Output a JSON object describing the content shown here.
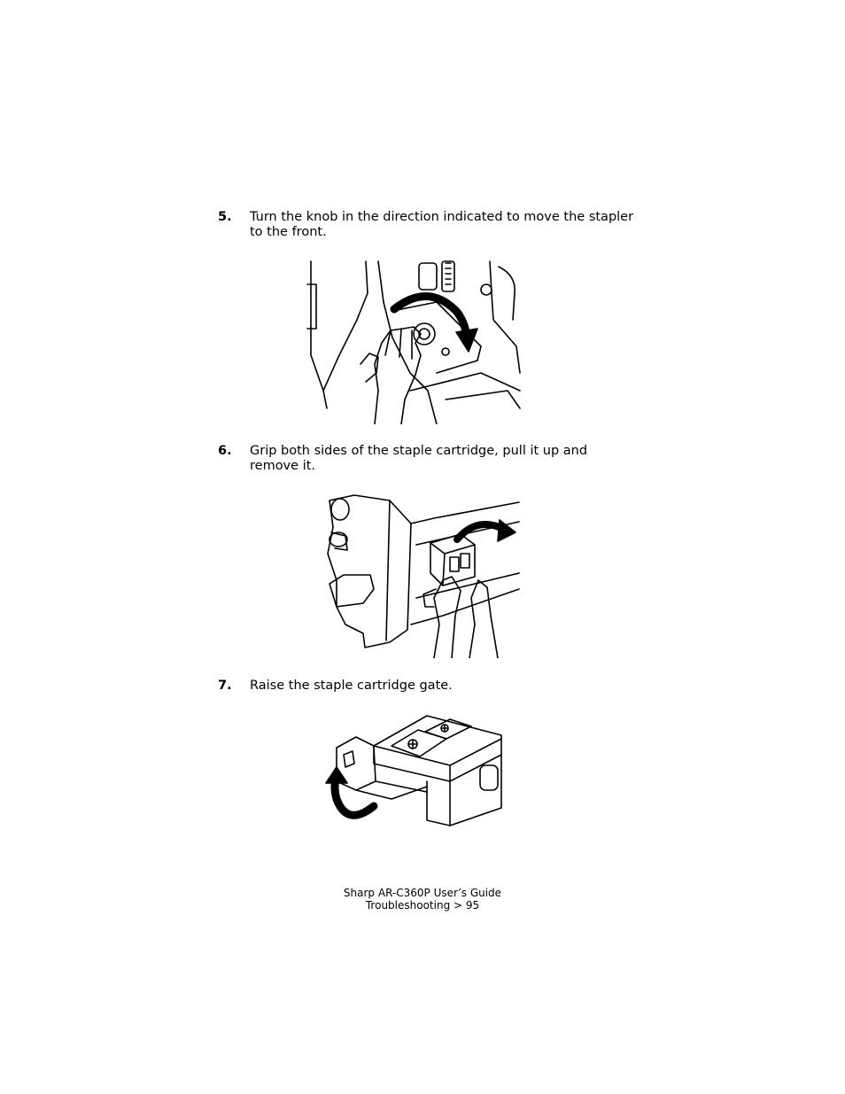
{
  "steps": [
    {
      "number": "5.",
      "text": "Turn the knob in the direction indicated to move the stapler to the front."
    },
    {
      "number": "6.",
      "text": "Grip both sides of the staple cartridge, pull it up and remove it."
    },
    {
      "number": "7.",
      "text": "Raise the staple cartridge gate."
    }
  ],
  "footer": {
    "title": "Sharp AR-C360P User’s Guide",
    "section": "Troubleshooting > 95"
  }
}
